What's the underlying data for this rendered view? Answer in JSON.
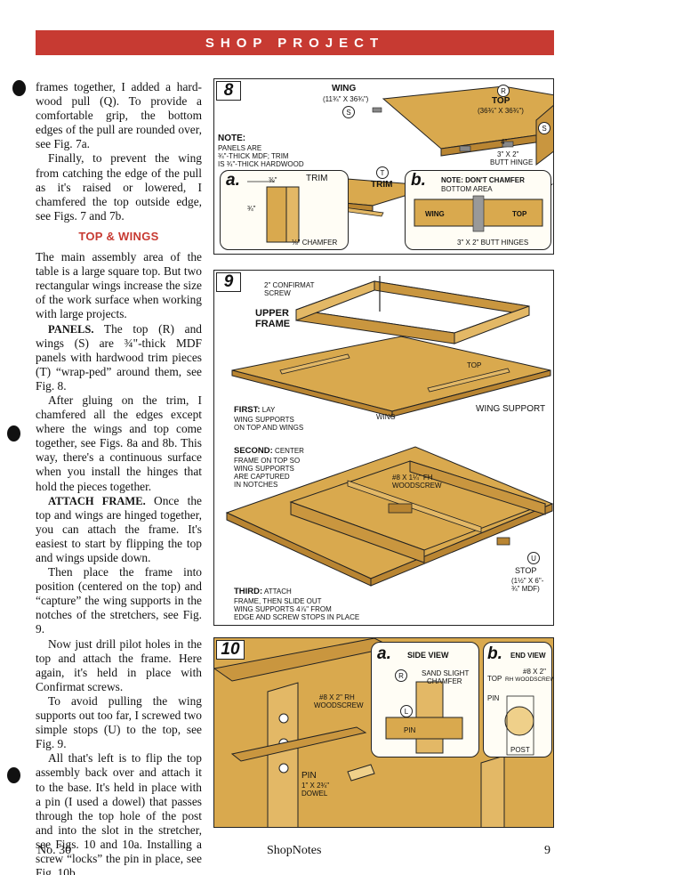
{
  "header": {
    "banner": "SHOP PROJECT"
  },
  "article": {
    "p1": "frames together, I added a hard-wood pull (Q). To provide a comfortable grip, the bottom edges of the pull are rounded over, see Fig. 7a.",
    "p2": "Finally, to prevent the wing from catching the edge of the pull as it's raised or lowered, I chamfered the top outside edge, see Figs. 7 and 7b.",
    "heading": "TOP & WINGS",
    "p3": "The main assembly area of the table is a large square top. But two rectangular wings increase the size of the work surface when working with large projects.",
    "p4_lead": "PANELS.",
    "p4": " The top (R) and wings (S) are ¾\"-thick MDF panels with hardwood trim pieces (T) “wrap-ped” around them, see Fig. 8.",
    "p5": "After gluing on the trim, I chamfered all the edges except where the wings and top come together, see Figs. 8a and 8b. This way, there's a continuous surface when you install the hinges that hold the pieces together.",
    "p6_lead": "ATTACH FRAME.",
    "p6": " Once the top and wings are hinged together, you can attach the frame. It's easiest to start by flipping the top and wings upside down.",
    "p7": "Then place the frame into position (centered on the top) and “capture” the wing supports in the notches of the stretchers, see Fig. 9.",
    "p8": "Now just drill pilot holes in the top and attach the frame. Here again, it's held in place with Confirmat screws.",
    "p9": "To avoid pulling the wing supports out too far, I screwed two simple stops (U) to the top, see Fig. 9.",
    "p10": "All that's left is to flip the top assembly back over and attach it to the base. It's held in place with a pin (I used a dowel) that passes through the top hole of the post and into the slot in the stretcher, see Figs. 10 and 10a. Installing a screw “locks” the pin in place, see Fig. 10b."
  },
  "fig8": {
    "number": "8",
    "wing_label": "WING",
    "wing_dim": "(11¾\" x 36¾\")",
    "wing_ref": "S",
    "top_ref": "R",
    "top_label": "TOP",
    "top_dim": "(36¾\" x 36¾\")",
    "note_title": "NOTE:",
    "note_text1": "PANELS ARE",
    "note_text2": "¾\"-THICK MDF; TRIM",
    "note_text3": "IS ¾\"-THICK HARDWOOD",
    "hinge_label1": "3\" x 2\"",
    "hinge_label2": "BUTT HINGE",
    "hinge_spacing": "4\"",
    "trim_ref": "T",
    "trim_label": "TRIM",
    "a_letter": "a.",
    "a_dim": "⅜\"",
    "a_trim": "TRIM",
    "a_thick": "¾\"",
    "a_chamfer": "⅛\" CHAMFER",
    "b_letter": "b.",
    "b_note1": "NOTE: DON'T CHAMFER",
    "b_note2": "BOTTOM AREA",
    "b_wing": "WING",
    "b_top": "TOP",
    "b_hinges": "3\" x 2\" BUTT HINGES"
  },
  "fig9": {
    "number": "9",
    "screw1": "2\" CONFIRMAT",
    "screw2": "SCREW",
    "upper_frame1": "UPPER",
    "upper_frame2": "FRAME",
    "top_label": "TOP",
    "wing_label": "WING",
    "wing_support": "WING SUPPORT",
    "first_title": "FIRST:",
    "first1": "LAY",
    "first2": "WING SUPPORTS",
    "first3": "ON TOP AND WINGS",
    "second_title": "SECOND:",
    "second1": "CENTER",
    "second2": "FRAME ON TOP SO",
    "second3": "WING SUPPORTS",
    "second4": "ARE CAPTURED",
    "second5": "IN NOTCHES",
    "woodscrew1": "#8 x 1¼\" Fh",
    "woodscrew2": "WOODSCREW",
    "stop_ref": "U",
    "stop_label": "STOP",
    "stop_dim1": "(1½\" x 6\"-",
    "stop_dim2": "¾\" MDF)",
    "third_title": "THIRD:",
    "third1": "ATTACH",
    "third2": "FRAME, THEN SLIDE OUT",
    "third3": "WING SUPPORTS 4⅞\" FROM",
    "third4": "EDGE AND SCREW STOPS IN PLACE"
  },
  "fig10": {
    "number": "10",
    "screw1": "#8 x 2\" Rh",
    "screw2": "WOODSCREW",
    "pin1": "PIN",
    "pin2": "1\" x 2¾\"",
    "pin3": "DOWEL",
    "a_letter": "a.",
    "a_title": "SIDE VIEW",
    "a_ref_r": "R",
    "a_sand1": "SAND SLIGHT",
    "a_sand2": "CHAMFER",
    "a_ref_l": "L",
    "a_pin": "PIN",
    "b_letter": "b.",
    "b_title": "END VIEW",
    "b_top": "TOP",
    "b_screw1": "#8 x 2\"",
    "b_screw2": "Rh WOODSCREW",
    "b_pin": "PIN",
    "b_post": "POST"
  },
  "footer": {
    "issue": "No. 30",
    "magazine": "ShopNotes",
    "page": "9"
  },
  "colors": {
    "banner": "#c73a32",
    "wood": "#d9a94e",
    "wood_dark": "#b98532"
  }
}
